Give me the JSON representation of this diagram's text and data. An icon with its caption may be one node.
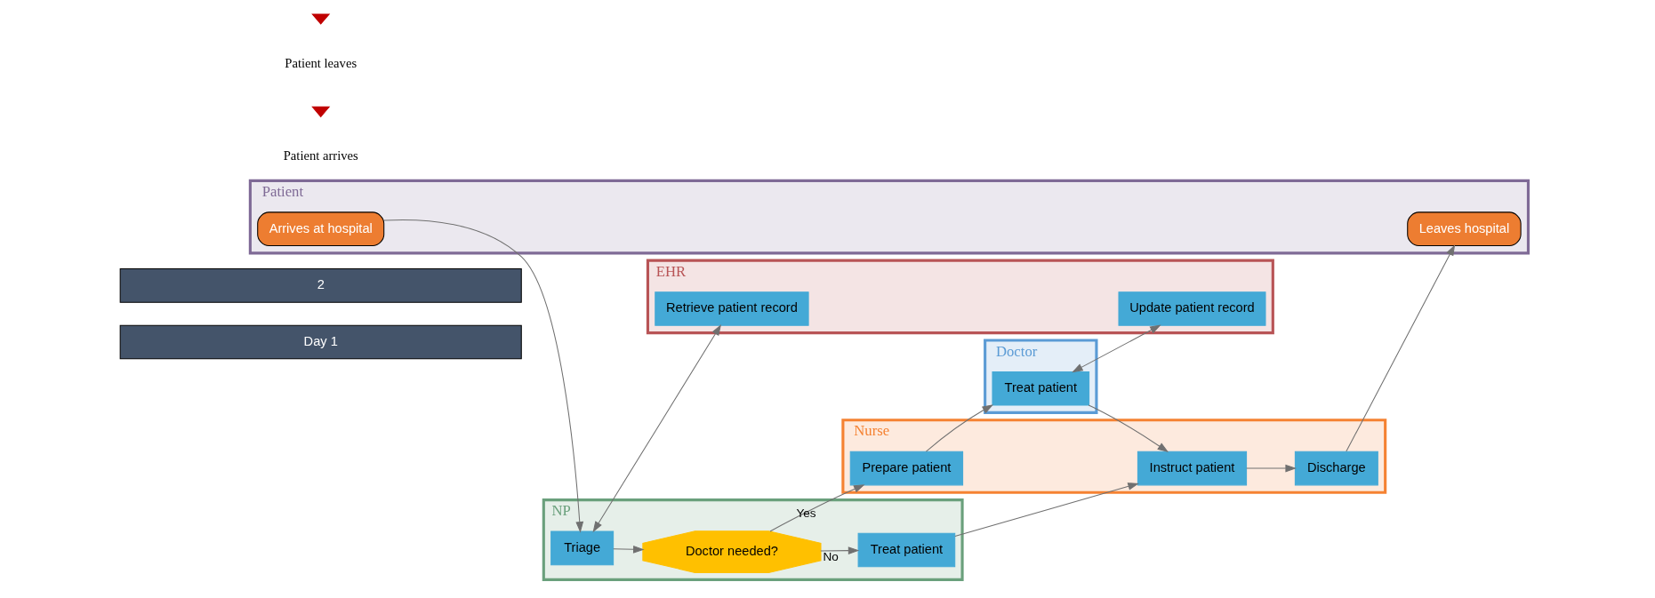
{
  "diagram": {
    "nodes": [
      {
        "text": [
          "Day 1"
        ]
      },
      {
        "text": [
          "2"
        ]
      },
      {
        "text": [
          "Patient"
        ]
      },
      {
        "text": [
          "Arrives at hospital"
        ],
        "in": 2
      },
      {
        "text": [
          "Leaves hospital"
        ],
        "in": 2
      },
      {
        "text": [
          "NP"
        ]
      },
      {
        "text": [
          "Triage"
        ],
        "in": 5
      },
      {
        "text": [
          "Doctor needed?"
        ],
        "in": 5
      },
      {
        "text": [
          "Treat patient"
        ],
        "in": 5
      },
      {
        "text": [
          "Nurse"
        ]
      },
      {
        "text": [
          "Prepare patient"
        ],
        "in": 9
      },
      {
        "text": [
          "Instruct patient"
        ],
        "in": 9
      },
      {
        "text": [
          "Discharge"
        ],
        "in": 9
      },
      {
        "text": [
          "Doctor"
        ]
      },
      {
        "text": [
          "Treat patient"
        ],
        "in": 13
      },
      {
        "text": [
          "EHR"
        ]
      },
      {
        "text": [
          "Retrieve patient record"
        ],
        "in": 15
      },
      {
        "text": [
          "Update patient record"
        ],
        "in": 15
      }
    ],
    "edges": [
      {
        "from": 3,
        "to": 6,
        "arrow": "to"
      },
      {
        "from": 6,
        "to": 7,
        "arrow": "to"
      },
      {
        "from": 7,
        "to": 8,
        "arrow": "to",
        "label": "No"
      },
      {
        "from": 7,
        "to": 10,
        "arrow": "to",
        "label": "Yes"
      },
      {
        "from": 8,
        "to": 11,
        "arrow": "to"
      },
      {
        "from": 10,
        "to": 14,
        "arrow": "to"
      },
      {
        "from": 14,
        "to": 11,
        "arrow": "to"
      },
      {
        "from": 11,
        "to": 12,
        "arrow": "to"
      },
      {
        "from": 12,
        "to": 4,
        "arrow": "to"
      },
      {
        "from": 6,
        "to": 16,
        "arrow": "both"
      },
      {
        "from": 14,
        "to": 17,
        "arrow": "both"
      }
    ],
    "labels": [
      "Patient arrives",
      "Patient leaves"
    ]
  }
}
